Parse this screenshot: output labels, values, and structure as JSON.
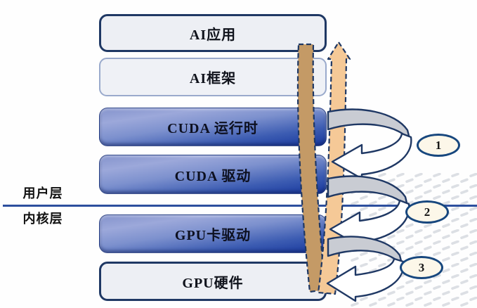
{
  "diagram": {
    "layers": [
      {
        "label": "AI应用"
      },
      {
        "label": "AI框架"
      },
      {
        "label": "CUDA 运行时"
      },
      {
        "label": "CUDA 驱动"
      },
      {
        "label": "GPU卡驱动"
      },
      {
        "label": "GPU硬件"
      }
    ],
    "zone_labels": {
      "above_line": "用户层",
      "below_line": "内核层"
    },
    "badges": [
      {
        "label": "1"
      },
      {
        "label": "2"
      },
      {
        "label": "3"
      }
    ],
    "colors": {
      "navy_outline": "#1f3864",
      "light_box_fill": "#edeff4",
      "light_box_border": "#9aaacc",
      "blue_box_top": "#9ca8da",
      "blue_box_bottom": "#17379d",
      "divider_line": "#2d4f9e",
      "down_bar_fill": "#c49a66",
      "up_arrow_fill": "#f5c997",
      "loop_ribbon_fill": "#c9ccd3",
      "badge_fill": "#fcf7e9",
      "badge_border": "#17477e"
    }
  }
}
